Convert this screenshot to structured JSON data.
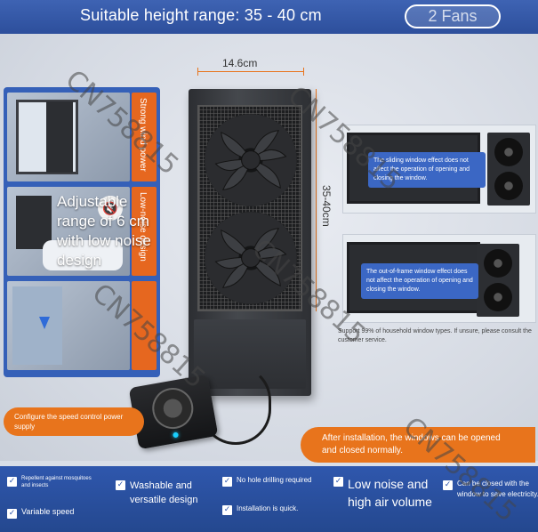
{
  "banner": {
    "title": "Suitable height range: 35 - 40 cm",
    "pill": "2 Fans"
  },
  "dimensions": {
    "width_label": "14.6cm",
    "height_label": "35-40cm"
  },
  "features_left": [
    {
      "strip": "Strong wind power"
    },
    {
      "strip": "Low-noise design"
    },
    {
      "strip": ""
    }
  ],
  "adjust_overlay": "Adjustable range of 6 cm with low noise design",
  "icons": {
    "mute": "mute-speaker-icon",
    "check": "checkbox-icon"
  },
  "install": [
    {
      "note": "The sliding window effect does not affect the operation of opening and closing the window."
    },
    {
      "note": "The out-of-frame window effect does not affect the operation of opening and closing the window."
    }
  ],
  "support_note": "Support 99% of household window types. If unsure, please consult the customer service.",
  "callouts": {
    "left": "Configure the speed control power supply",
    "right": "After installation, the windows can be opened and closed normally."
  },
  "bottom_features": [
    {
      "text": "Repellent against mosquitoes and insects"
    },
    {
      "text": "Variable speed"
    },
    {
      "text": "Washable and versatile design"
    },
    {
      "text": "No hole drilling required"
    },
    {
      "text": "Installation is quick."
    },
    {
      "text": "Low noise and high air volume"
    },
    {
      "text": "Can be closed with the window to save electricity."
    }
  ],
  "watermark": "CN758815",
  "colors": {
    "banner_blue": "#3e63b3",
    "accent_orange": "#e8741c",
    "fan_dark": "#2c2e32"
  }
}
